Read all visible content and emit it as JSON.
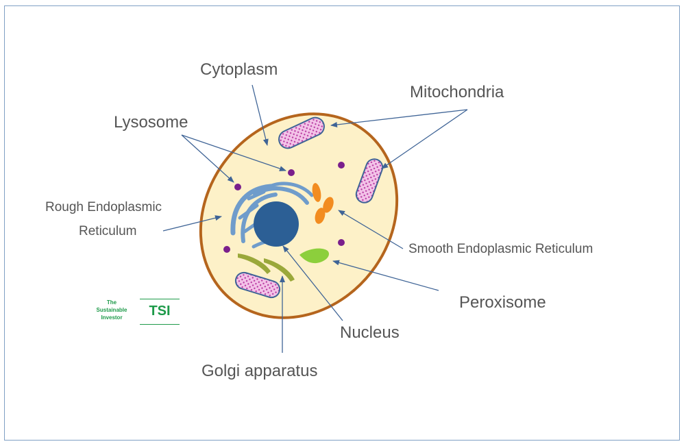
{
  "labels": {
    "cytoplasm": "Cytoplasm",
    "mitochondria": "Mitochondria",
    "lysosome": "Lysosome",
    "rough_er_line1": "Rough Endoplasmic",
    "rough_er_line2": "Reticulum",
    "smooth_er": "Smooth Endoplasmic Reticulum",
    "peroxisome": "Peroxisome",
    "nucleus": "Nucleus",
    "golgi": "Golgi apparatus"
  },
  "logo": {
    "line1": "The",
    "line2": "Sustainable",
    "line3": "Investor",
    "mark": "TSI"
  },
  "colors": {
    "cell_fill": "#fdf1c8",
    "cell_border": "#b5651d",
    "nucleus": "#2c5f95",
    "rough_er": "#6f9ccb",
    "smooth_er": "#f28c20",
    "peroxisome": "#8ccf3c",
    "golgi": "#9aa83a",
    "mitochondria_fill": "#f3c3e8",
    "mitochondria_dots": "#b93aa2",
    "lysosome": "#7a1f8c",
    "arrow": "#3f6496",
    "frame": "#7f9fc4",
    "label_text": "#555555",
    "logo": "#1e9a4a"
  }
}
